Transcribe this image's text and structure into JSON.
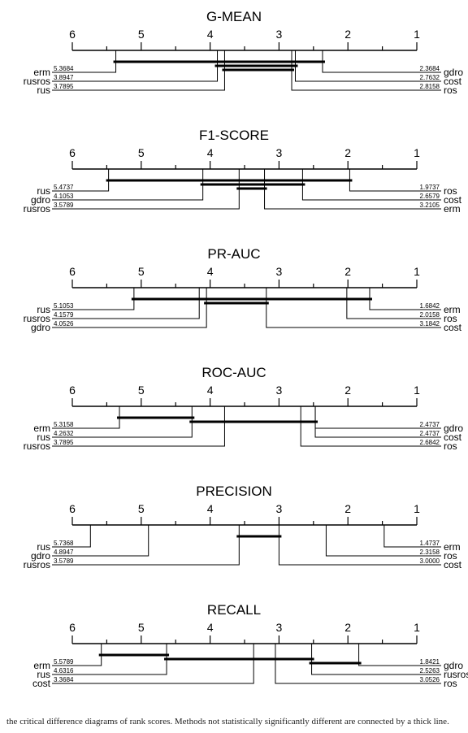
{
  "chart_data": [
    {
      "type": "critical-difference",
      "title": "G-MEAN",
      "axis_ticks": [
        "6",
        "5",
        "4",
        "3",
        "2",
        "1"
      ],
      "xlim": [
        6,
        1
      ],
      "left": [
        {
          "name": "erm",
          "rank": 5.3684,
          "rank_label": "5.3684"
        },
        {
          "name": "rusros",
          "rank": 3.8947,
          "rank_label": "3.8947"
        },
        {
          "name": "rus",
          "rank": 3.7895,
          "rank_label": "3.7895"
        }
      ],
      "right": [
        {
          "name": "gdro",
          "rank": 2.3684,
          "rank_label": "2.3684"
        },
        {
          "name": "cost",
          "rank": 2.7632,
          "rank_label": "2.7632"
        },
        {
          "name": "ros",
          "rank": 2.8158,
          "rank_label": "2.8158"
        }
      ],
      "cliques": [
        [
          5.3684,
          2.3684
        ],
        [
          3.8947,
          2.7632
        ],
        [
          3.7895,
          2.8158
        ]
      ]
    },
    {
      "type": "critical-difference",
      "title": "F1-SCORE",
      "axis_ticks": [
        "6",
        "5",
        "4",
        "3",
        "2",
        "1"
      ],
      "xlim": [
        6,
        1
      ],
      "left": [
        {
          "name": "rus",
          "rank": 5.4737,
          "rank_label": "5.4737"
        },
        {
          "name": "gdro",
          "rank": 4.1053,
          "rank_label": "4.1053"
        },
        {
          "name": "rusros",
          "rank": 3.5789,
          "rank_label": "3.5789"
        }
      ],
      "right": [
        {
          "name": "ros",
          "rank": 1.9737,
          "rank_label": "1.9737"
        },
        {
          "name": "cost",
          "rank": 2.6579,
          "rank_label": "2.6579"
        },
        {
          "name": "erm",
          "rank": 3.2105,
          "rank_label": "3.2105"
        }
      ],
      "cliques": [
        [
          5.4737,
          1.9737
        ],
        [
          4.1053,
          2.6579
        ],
        [
          3.5789,
          3.2105
        ]
      ]
    },
    {
      "type": "critical-difference",
      "title": "PR-AUC",
      "axis_ticks": [
        "6",
        "5",
        "4",
        "3",
        "2",
        "1"
      ],
      "xlim": [
        6,
        1
      ],
      "left": [
        {
          "name": "rus",
          "rank": 5.1053,
          "rank_label": "5.1053"
        },
        {
          "name": "rusros",
          "rank": 4.1579,
          "rank_label": "4.1579"
        },
        {
          "name": "gdro",
          "rank": 4.0526,
          "rank_label": "4.0526"
        }
      ],
      "right": [
        {
          "name": "erm",
          "rank": 1.6842,
          "rank_label": "1.6842"
        },
        {
          "name": "ros",
          "rank": 2.0158,
          "rank_label": "2.0158"
        },
        {
          "name": "cost",
          "rank": 3.1842,
          "rank_label": "3.1842"
        }
      ],
      "cliques": [
        [
          5.1053,
          1.6842
        ],
        [
          4.0526,
          3.1842
        ]
      ]
    },
    {
      "type": "critical-difference",
      "title": "ROC-AUC",
      "axis_ticks": [
        "6",
        "5",
        "4",
        "3",
        "2",
        "1"
      ],
      "xlim": [
        6,
        1
      ],
      "left": [
        {
          "name": "erm",
          "rank": 5.3158,
          "rank_label": "5.3158"
        },
        {
          "name": "rus",
          "rank": 4.2632,
          "rank_label": "4.2632"
        },
        {
          "name": "rusros",
          "rank": 3.7895,
          "rank_label": "3.7895"
        }
      ],
      "right": [
        {
          "name": "gdro",
          "rank": 2.4737,
          "rank_label": "2.4737"
        },
        {
          "name": "cost",
          "rank": 2.4737,
          "rank_label": "2.4737"
        },
        {
          "name": "ros",
          "rank": 2.6842,
          "rank_label": "2.6842"
        }
      ],
      "cliques": [
        [
          5.3158,
          4.2632
        ],
        [
          4.2632,
          2.4737
        ]
      ]
    },
    {
      "type": "critical-difference",
      "title": "PRECISION",
      "axis_ticks": [
        "6",
        "5",
        "4",
        "3",
        "2",
        "1"
      ],
      "xlim": [
        6,
        1
      ],
      "left": [
        {
          "name": "rus",
          "rank": 5.7368,
          "rank_label": "5.7368"
        },
        {
          "name": "gdro",
          "rank": 4.8947,
          "rank_label": "4.8947"
        },
        {
          "name": "rusros",
          "rank": 3.5789,
          "rank_label": "3.5789"
        }
      ],
      "right": [
        {
          "name": "erm",
          "rank": 1.4737,
          "rank_label": "1.4737"
        },
        {
          "name": "ros",
          "rank": 2.3158,
          "rank_label": "2.3158"
        },
        {
          "name": "cost",
          "rank": 3.0,
          "rank_label": "3.0000"
        }
      ],
      "cliques": [
        [
          3.5789,
          3.0
        ]
      ]
    },
    {
      "type": "critical-difference",
      "title": "RECALL",
      "axis_ticks": [
        "6",
        "5",
        "4",
        "3",
        "2",
        "1"
      ],
      "xlim": [
        6,
        1
      ],
      "left": [
        {
          "name": "erm",
          "rank": 5.5789,
          "rank_label": "5.5789"
        },
        {
          "name": "rus",
          "rank": 4.6316,
          "rank_label": "4.6316"
        },
        {
          "name": "cost",
          "rank": 3.3684,
          "rank_label": "3.3684"
        }
      ],
      "right": [
        {
          "name": "gdro",
          "rank": 1.8421,
          "rank_label": "1.8421"
        },
        {
          "name": "rusros",
          "rank": 2.5263,
          "rank_label": "2.5263"
        },
        {
          "name": "ros",
          "rank": 3.0526,
          "rank_label": "3.0526"
        }
      ],
      "cliques": [
        [
          5.5789,
          4.6316
        ],
        [
          4.6316,
          2.5263
        ],
        [
          2.5263,
          1.8421
        ]
      ]
    }
  ],
  "caption": "the critical difference diagrams of rank scores. Methods not statistically significantly different are connected by a thick line."
}
